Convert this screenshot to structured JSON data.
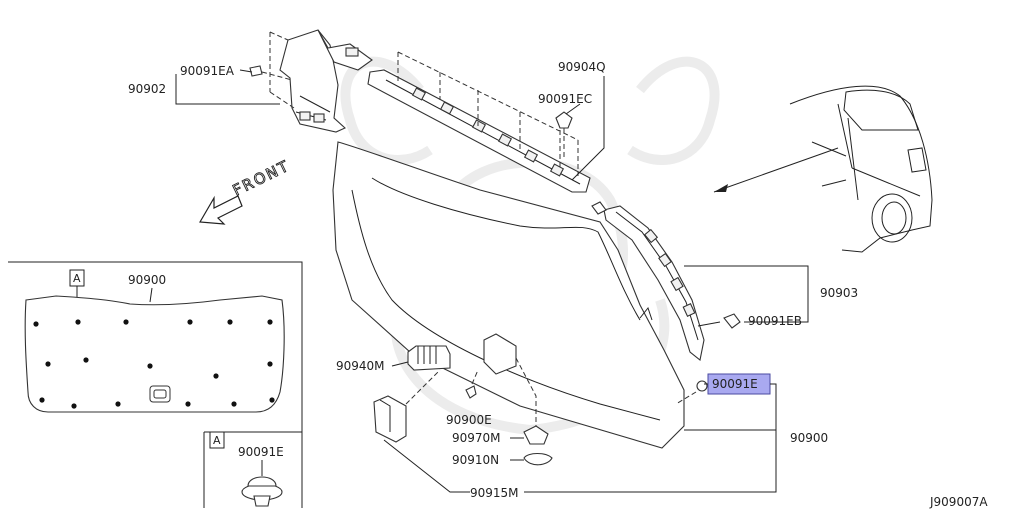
{
  "diagram_code": "J909007A",
  "front_label": "FRONT",
  "callouts": {
    "c90902": "90902",
    "c90091EA": "90091EA",
    "c90904Q": "90904Q",
    "c90091EC": "90091EC",
    "c90903": "90903",
    "c90091EB": "90091EB",
    "c90091E": "90091E",
    "c90900": "90900",
    "c90940M": "90940M",
    "c90900E": "90900E",
    "c90970M": "90970M",
    "c90910N": "90910N",
    "c90915M": "90915M"
  },
  "detail_a": {
    "marker": "A",
    "part_number": "90900"
  },
  "detail_a_clip": {
    "marker": "A",
    "part_number": "90091E"
  },
  "colors": {
    "highlight_fill": "#a9a9f0",
    "highlight_border": "#4a4aa0",
    "line": "#222222",
    "watermark": "#ececec"
  }
}
